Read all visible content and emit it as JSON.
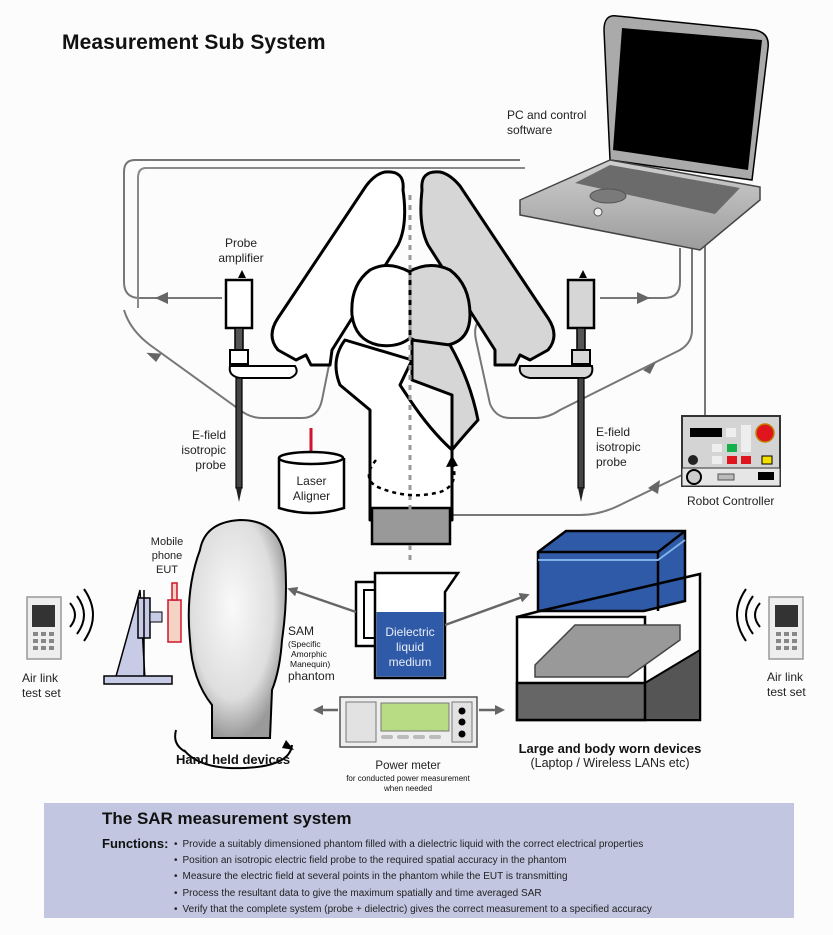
{
  "title": "Measurement Sub System",
  "labels": {
    "pc": [
      "PC and control",
      "software"
    ],
    "probe_amplifier": [
      "Probe",
      "amplifier"
    ],
    "efield_left": [
      "E-field",
      "isotropic",
      "probe"
    ],
    "efield_right": [
      "E-field",
      "isotropic",
      "probe"
    ],
    "laser_aligner": [
      "Laser",
      "Aligner"
    ],
    "robot_controller": "Robot Controller",
    "mobile_phone": [
      "Mobile",
      "phone",
      "EUT"
    ],
    "sam": "SAM",
    "sam_detail": [
      "(Specific",
      "Amorphic",
      "Manequin)"
    ],
    "phantom": "phantom",
    "dielectric": [
      "Dielectric",
      "liquid",
      "medium"
    ],
    "air_link_left": [
      "Air link",
      "test set"
    ],
    "air_link_right": [
      "Air link",
      "test set"
    ],
    "hand_held": "Hand held devices",
    "large_devices": "Large and body worn devices",
    "large_devices_sub": "(Laptop / Wireless LANs etc)",
    "power_meter": "Power meter",
    "power_meter_sub": [
      "for conducted power measurement",
      "when needed"
    ]
  },
  "info_box": {
    "title": "The SAR measurement system",
    "functions_label": "Functions:",
    "functions": [
      "Provide a suitably dimensioned phantom filled with a dielectric liquid with the correct electrical properties",
      "Position an isotropic electric field probe to the required spatial accuracy in the phantom",
      "Measure the electric field at several points in the phantom while the EUT is transmitting",
      "Process the resultant data to give the maximum spatially and time averaged SAR",
      "Verify that the complete system (probe + dielectric) gives the correct measurement to a specified accuracy"
    ]
  },
  "colors": {
    "liquid_blue": "#2f5aa8",
    "info_bg": "#c2c6e0",
    "laser_red": "#d0142c",
    "arm_gray": "#d6d6d6",
    "stop_red": "#e0141c",
    "button_green": "#14b04a",
    "button_yellow": "#f4e000",
    "lcd_green": "#b8dc84"
  }
}
